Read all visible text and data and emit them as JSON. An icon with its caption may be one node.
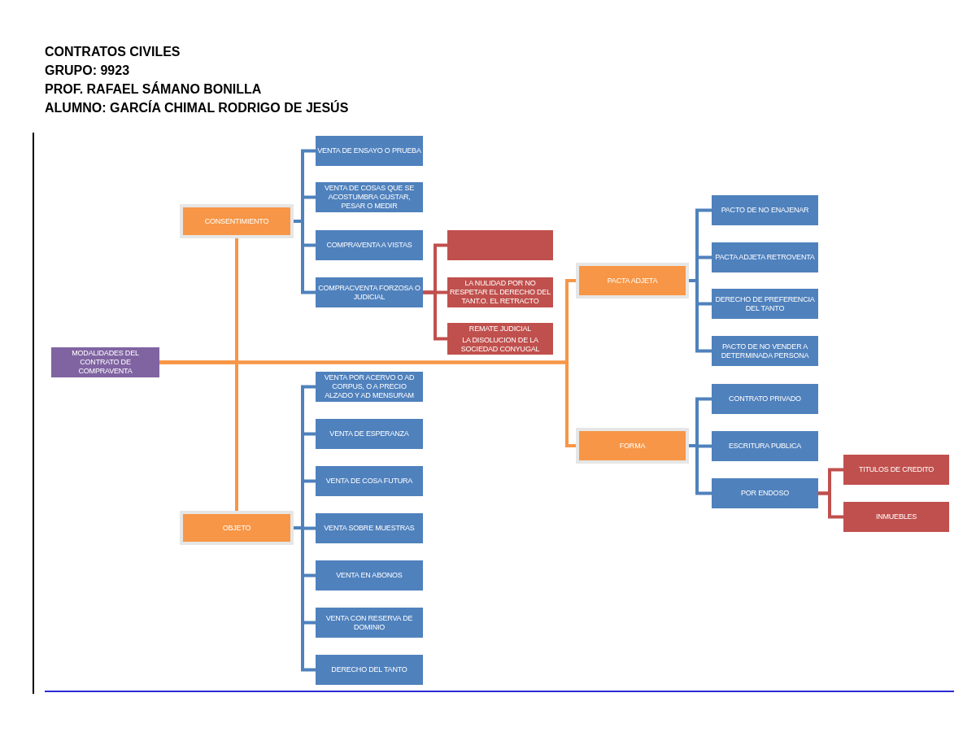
{
  "diagram": {
    "title": "CONTRATOS CIVILES",
    "nodes": [
      {
        "text": [
          "MODALIDADES DEL CONTRATO DE COMPRAVENTA"
        ]
      },
      {
        "text": [
          "CONSENTIMIENTO"
        ]
      },
      {
        "text": [
          "VENTA DE ENSAYO O PRUEBA"
        ]
      },
      {
        "text": [
          "VENTA DE COSAS QUE SE ACOSTUMBRA GUSTAR, PESAR O MEDIR"
        ]
      },
      {
        "text": [
          "COMPRAVENTA A VISTAS"
        ]
      },
      {
        "text": [
          "COMPRACVENTA FORZOSA O JUDICIAL"
        ]
      },
      {
        "text": [],
        "shape": "box"
      },
      {
        "text": [
          "LA NULIDAD POR NO RESPETAR EL DERECHO DEL TANT.O. EL RETRACTO"
        ]
      },
      {
        "text": [
          "REMATE JUDICIAL",
          "LA DISOLUCION DE LA SOCIEDAD CONYUGAL"
        ]
      },
      {
        "text": [
          "PACTA ADJETA"
        ]
      },
      {
        "text": [
          "PACTO DE NO ENAJENAR"
        ]
      },
      {
        "text": [
          "PACTA ADJETA RETROVENTA"
        ]
      },
      {
        "text": [
          "DERECHO DE PREFERENCIA DEL TANTO"
        ]
      },
      {
        "text": [
          "PACTO DE NO VENDER A DETERMINADA PERSONA"
        ]
      },
      {
        "text": [
          "FORMA"
        ]
      },
      {
        "text": [
          "CONTRATO PRIVADO"
        ]
      },
      {
        "text": [
          "ESCRITURA PUBLICA"
        ]
      },
      {
        "text": [
          "POR ENDOSO"
        ]
      },
      {
        "text": [
          "TITULOS DE CREDITO"
        ]
      },
      {
        "text": [
          "INMUEBLES"
        ]
      },
      {
        "text": [
          "OBJETO"
        ]
      },
      {
        "text": [
          "VENTA POR ACERVO O AD CORPUS, O A PRECIO ALZADO Y AD MENSURAM"
        ]
      },
      {
        "text": [
          "VENTA DE ESPERANZA"
        ]
      },
      {
        "text": [
          "VENTA DE COSA FUTURA"
        ]
      },
      {
        "text": [
          "VENTA SOBRE MUESTRAS"
        ]
      },
      {
        "text": [
          "VENTA EN ABONOS"
        ]
      },
      {
        "text": [
          "VENTA CON RESERVA DE DOMINIO"
        ]
      },
      {
        "text": [
          "DERECHO DEL TANTO"
        ]
      }
    ],
    "edges": [
      {
        "from": 0,
        "to": 1,
        "arrow": "none",
        "color": "#f79646"
      },
      {
        "from": 0,
        "to": 20,
        "arrow": "none",
        "color": "#f79646"
      },
      {
        "from": 0,
        "to": 9,
        "arrow": "none",
        "color": "#f79646"
      },
      {
        "from": 0,
        "to": 14,
        "arrow": "none",
        "color": "#f79646"
      },
      {
        "from": 1,
        "to": 2,
        "arrow": "none"
      },
      {
        "from": 1,
        "to": 3,
        "arrow": "none"
      },
      {
        "from": 1,
        "to": 4,
        "arrow": "none"
      },
      {
        "from": 1,
        "to": 5,
        "arrow": "none"
      },
      {
        "from": 5,
        "to": 6,
        "arrow": "none",
        "color": "#c0504d"
      },
      {
        "from": 5,
        "to": 7,
        "arrow": "none",
        "color": "#c0504d"
      },
      {
        "from": 5,
        "to": 8,
        "arrow": "none",
        "color": "#c0504d"
      },
      {
        "from": 9,
        "to": 10,
        "arrow": "none"
      },
      {
        "from": 9,
        "to": 11,
        "arrow": "none"
      },
      {
        "from": 9,
        "to": 12,
        "arrow": "none"
      },
      {
        "from": 9,
        "to": 13,
        "arrow": "none"
      },
      {
        "from": 14,
        "to": 15,
        "arrow": "none"
      },
      {
        "from": 14,
        "to": 16,
        "arrow": "none"
      },
      {
        "from": 14,
        "to": 17,
        "arrow": "none"
      },
      {
        "from": 17,
        "to": 18,
        "arrow": "none",
        "color": "#c0504d"
      },
      {
        "from": 17,
        "to": 19,
        "arrow": "none",
        "color": "#c0504d"
      },
      {
        "from": 20,
        "to": 21,
        "arrow": "none"
      },
      {
        "from": 20,
        "to": 22,
        "arrow": "none"
      },
      {
        "from": 20,
        "to": 23,
        "arrow": "none"
      },
      {
        "from": 20,
        "to": 24,
        "arrow": "none"
      },
      {
        "from": 20,
        "to": 25,
        "arrow": "none"
      },
      {
        "from": 20,
        "to": 26,
        "arrow": "none"
      },
      {
        "from": 20,
        "to": 27,
        "arrow": "none"
      }
    ],
    "labels": [
      "GRUPO: 9923",
      "PROF. RAFAEL SÁMANO BONILLA",
      "ALUMNO: GARCÍA CHIMAL RODRIGO DE JESÚS"
    ]
  }
}
